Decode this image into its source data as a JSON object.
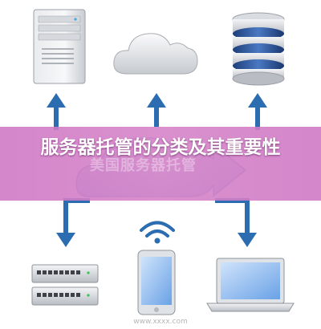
{
  "banner": {
    "title": "服务器托管的分类及其重要性",
    "ghost_text": "美国服务器托管"
  },
  "watermark": "www.xxxx.com",
  "colors": {
    "arrow": "#2b6db0",
    "banner": "#d684c8",
    "title": "#ffffff"
  },
  "icons": {
    "top": [
      "server-tower-icon",
      "cloud-icon",
      "database-icon"
    ],
    "bottom": [
      "network-switch-icon",
      "smartphone-icon",
      "laptop-icon"
    ],
    "center": [
      "wifi-icon"
    ]
  }
}
